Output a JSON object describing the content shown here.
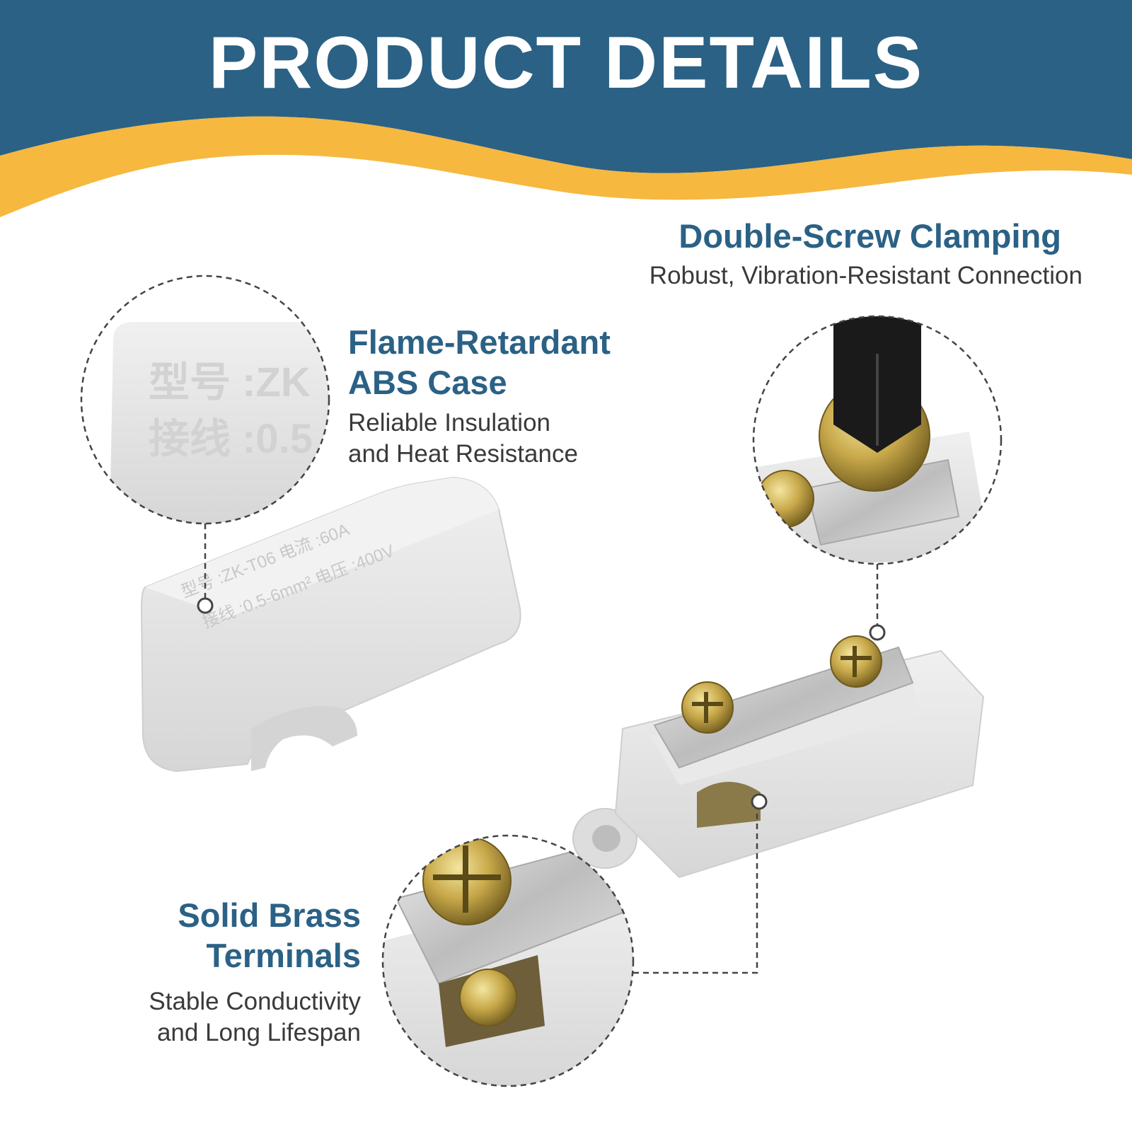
{
  "header": {
    "title": "PRODUCT DETAILS",
    "band_color": "#2b6185",
    "wave_color": "#f6b83f"
  },
  "features": {
    "flame_retardant": {
      "title_lines": [
        "Flame-Retardant",
        "ABS Case"
      ],
      "desc_lines": [
        "Reliable Insulation",
        "and Heat Resistance"
      ]
    },
    "double_screw": {
      "title": "Double-Screw Clamping",
      "desc": "Robust, Vibration-Resistant Connection"
    },
    "solid_brass": {
      "title_lines": [
        "Solid Brass",
        "Terminals"
      ],
      "desc_lines": [
        "Stable Conductivity",
        "and Long Lifespan"
      ]
    }
  },
  "product_markings": {
    "cover_line1": "型号 :ZK-T06  电流 :60A",
    "cover_line2": "接线 :0.5-6mm²  电压 :400V",
    "zoom_line1": "型号 :ZK",
    "zoom_line2": "接线 :0.5"
  },
  "colors": {
    "accent": "#2b6185",
    "text": "#3a3a3a",
    "plastic": "#e4e4e4",
    "brass": "#c9a94a",
    "metal": "#c8c8c8"
  }
}
